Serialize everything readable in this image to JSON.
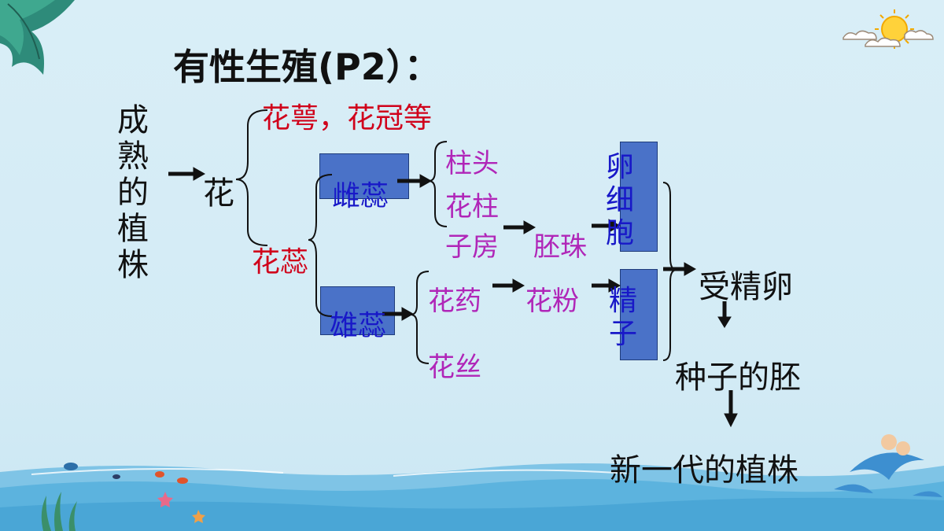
{
  "title": "有性生殖(P2）：",
  "stages": {
    "mature_plant": "成熟的植株",
    "flower": "花",
    "sepals_petals": "花萼，花冠等",
    "stamen_pistil": "花蕊",
    "pistil": "雌蕊",
    "stamen": "雄蕊",
    "stigma": "柱头",
    "style": "花柱",
    "ovary": "子房",
    "ovule": "胚珠",
    "anther": "花药",
    "filament": "花丝",
    "pollen": "花粉",
    "egg_cell": "卵细胞",
    "sperm": "精子",
    "zygote": "受精卵",
    "seed_embryo": "种子的胚",
    "new_plant": "新一代的植株"
  },
  "colors": {
    "black": "#111111",
    "red": "#d0021b",
    "purple": "#b026b8",
    "blue": "#1818c8",
    "box_fill": "#4a72c8"
  }
}
